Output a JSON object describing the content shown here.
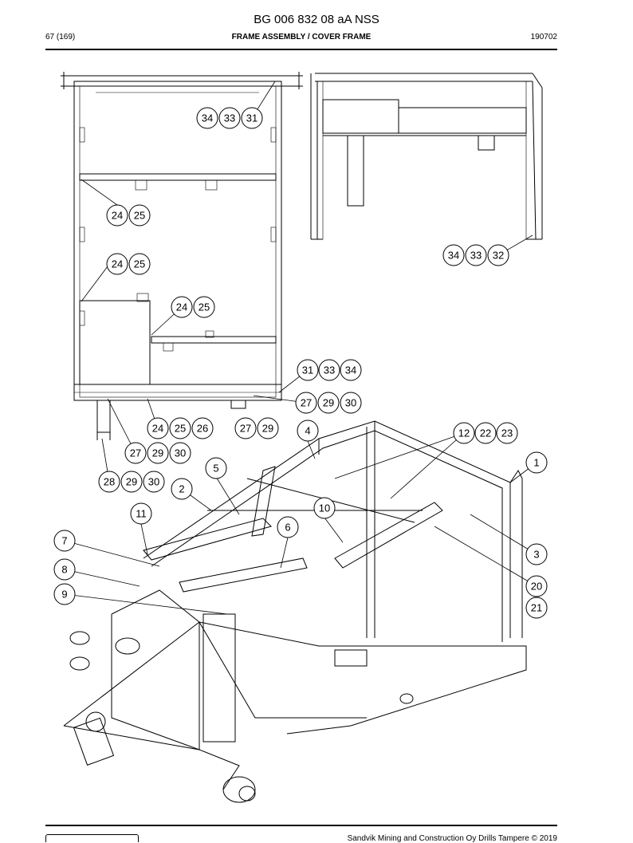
{
  "header": {
    "doc_code": "BG 006 832 08 aA NSS",
    "page": "67 (169)",
    "section_title": "FRAME ASSEMBLY / COVER FRAME",
    "date_code": "190702"
  },
  "footer": {
    "copyright": "Sandvik Mining and Construction Oy Drills Tampere © 2019"
  },
  "callouts": [
    {
      "id": "c1",
      "labels": [
        "34",
        "33",
        "31"
      ]
    },
    {
      "id": "c2",
      "labels": [
        "24",
        "25"
      ]
    },
    {
      "id": "c3",
      "labels": [
        "24",
        "25"
      ]
    },
    {
      "id": "c4",
      "labels": [
        "24",
        "25"
      ]
    },
    {
      "id": "c5",
      "labels": [
        "31",
        "33",
        "34"
      ]
    },
    {
      "id": "c6",
      "labels": [
        "27",
        "29",
        "30"
      ]
    },
    {
      "id": "c7",
      "labels": [
        "24",
        "25",
        "26"
      ]
    },
    {
      "id": "c8",
      "labels": [
        "27",
        "29"
      ]
    },
    {
      "id": "c9",
      "labels": [
        "27",
        "29",
        "30"
      ]
    },
    {
      "id": "c10",
      "labels": [
        "28",
        "29",
        "30"
      ]
    },
    {
      "id": "c11",
      "labels": [
        "34",
        "33",
        "32"
      ]
    },
    {
      "id": "c12",
      "labels": [
        "4"
      ]
    },
    {
      "id": "c13",
      "labels": [
        "12",
        "22",
        "23"
      ]
    },
    {
      "id": "c14",
      "labels": [
        "1"
      ]
    },
    {
      "id": "c15",
      "labels": [
        "5"
      ]
    },
    {
      "id": "c16",
      "labels": [
        "2"
      ]
    },
    {
      "id": "c17",
      "labels": [
        "11"
      ]
    },
    {
      "id": "c18",
      "labels": [
        "10"
      ]
    },
    {
      "id": "c19",
      "labels": [
        "6"
      ]
    },
    {
      "id": "c20",
      "labels": [
        "7"
      ]
    },
    {
      "id": "c21",
      "labels": [
        "3"
      ]
    },
    {
      "id": "c22",
      "labels": [
        "8"
      ]
    },
    {
      "id": "c23",
      "labels": [
        "20"
      ]
    },
    {
      "id": "c24",
      "labels": [
        "21"
      ]
    },
    {
      "id": "c25",
      "labels": [
        "9"
      ]
    }
  ]
}
